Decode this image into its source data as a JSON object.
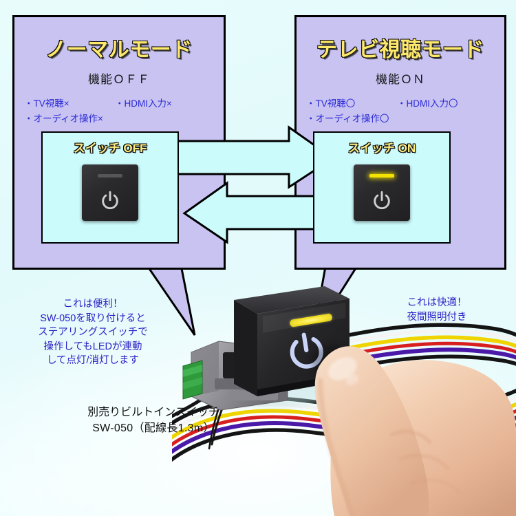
{
  "background": {
    "color_top": "#e9fcfc",
    "color_bottom": "#eafcfd"
  },
  "panels": {
    "left": {
      "title": "ノーマルモード",
      "subtitle": "機能ＯＦＦ",
      "features": [
        {
          "a": "・TV視聴×",
          "b": "・HDMI入力×"
        },
        {
          "a": "・オーディオ操作×",
          "b": ""
        }
      ],
      "switch_card": {
        "label": "スイッチ OFF",
        "led_state": "off",
        "led_color": "#55555a",
        "power_icon": "power-icon",
        "power_color": "#cfcfcf"
      },
      "fill": "#c9c3f2",
      "border": "#000000"
    },
    "right": {
      "title": "テレビ視聴モード",
      "subtitle": "機能ＯＮ",
      "features": [
        {
          "a": "・TV視聴〇",
          "b": "・HDMI入力〇"
        },
        {
          "a": "・オーディオ操作〇",
          "b": ""
        }
      ],
      "switch_card": {
        "label": "スイッチ ON",
        "led_state": "on",
        "led_color": "#f5e200",
        "power_icon": "power-icon",
        "power_color": "#cfcfcf"
      },
      "fill": "#c9c3f2",
      "border": "#000000"
    }
  },
  "arrows": {
    "forward": {
      "direction": "right",
      "fill": "#ccfbfc",
      "stroke": "#000000"
    },
    "back": {
      "direction": "left",
      "fill": "#ccfbfc",
      "stroke": "#000000"
    }
  },
  "callouts": {
    "left": "これは便利！\nSW-050を取り付けると\nステアリングスイッチで\n操作してもLEDが連動\nして点灯/消灯します",
    "right": "これは快適！\n夜間照明付き"
  },
  "product": {
    "caption_line1": "別売りビルトインスイッチ",
    "caption_line2": "SW-050（配線長1.3m）",
    "led_color": "#f5e200",
    "power_icon_color": "#c9d4f7",
    "body_color": "#232326",
    "bracket_color": "#9a9a9f",
    "connector_color": "#2e9a3c",
    "harness_colors": [
      "#151515",
      "#f2f2f2",
      "#efd400",
      "#d81f1f",
      "#4b19a8",
      "#151515"
    ]
  },
  "finger": {
    "skin_light": "#f7ddc8",
    "skin_mid": "#eec3a4",
    "skin_shadow": "#d9a384",
    "nail": "#f3c9b5"
  },
  "title_style": {
    "fill": "#ffe96b",
    "outline": "#000000"
  }
}
